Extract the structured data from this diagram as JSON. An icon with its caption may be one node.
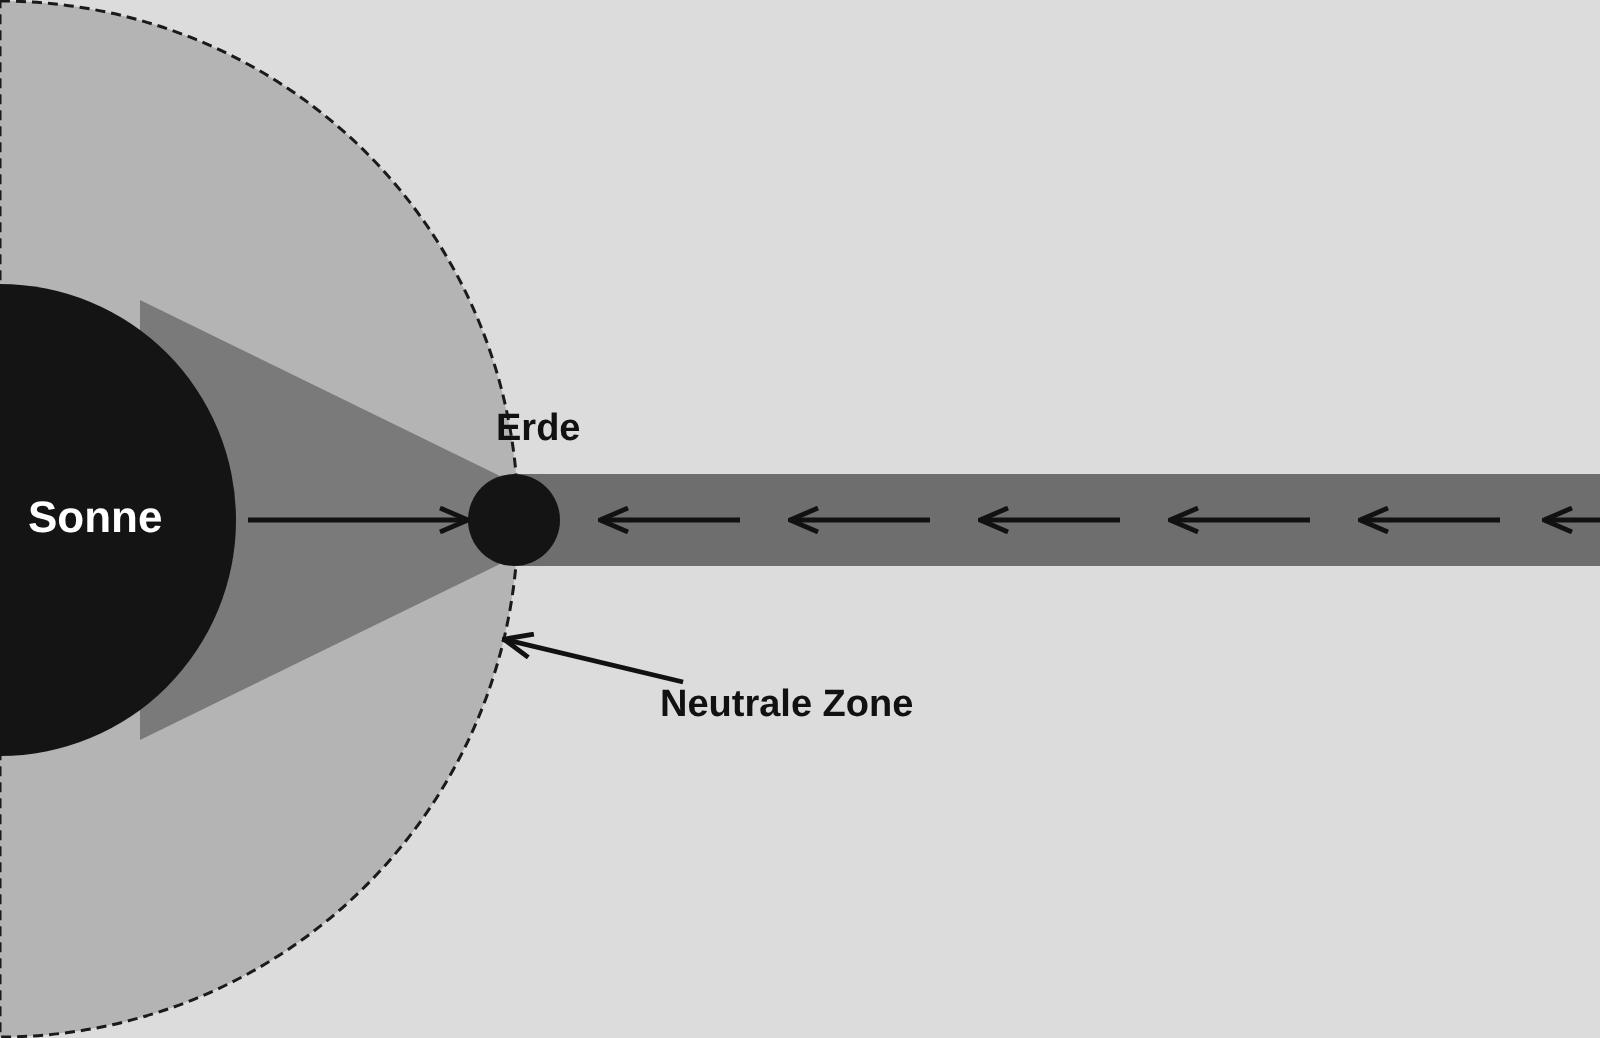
{
  "diagram": {
    "nodes": [
      {
        "text": [],
        "shape": "circle"
      },
      {
        "text": [
          "Sonne"
        ],
        "in": 0
      },
      {
        "text": [
          "Erde"
        ]
      },
      {
        "text": [
          "Neutrale Zone"
        ]
      }
    ],
    "edges": [
      {
        "from": 1,
        "to": 2,
        "arrow": "to"
      },
      {
        "from": 3,
        "to": 0,
        "arrow": "to"
      }
    ]
  }
}
